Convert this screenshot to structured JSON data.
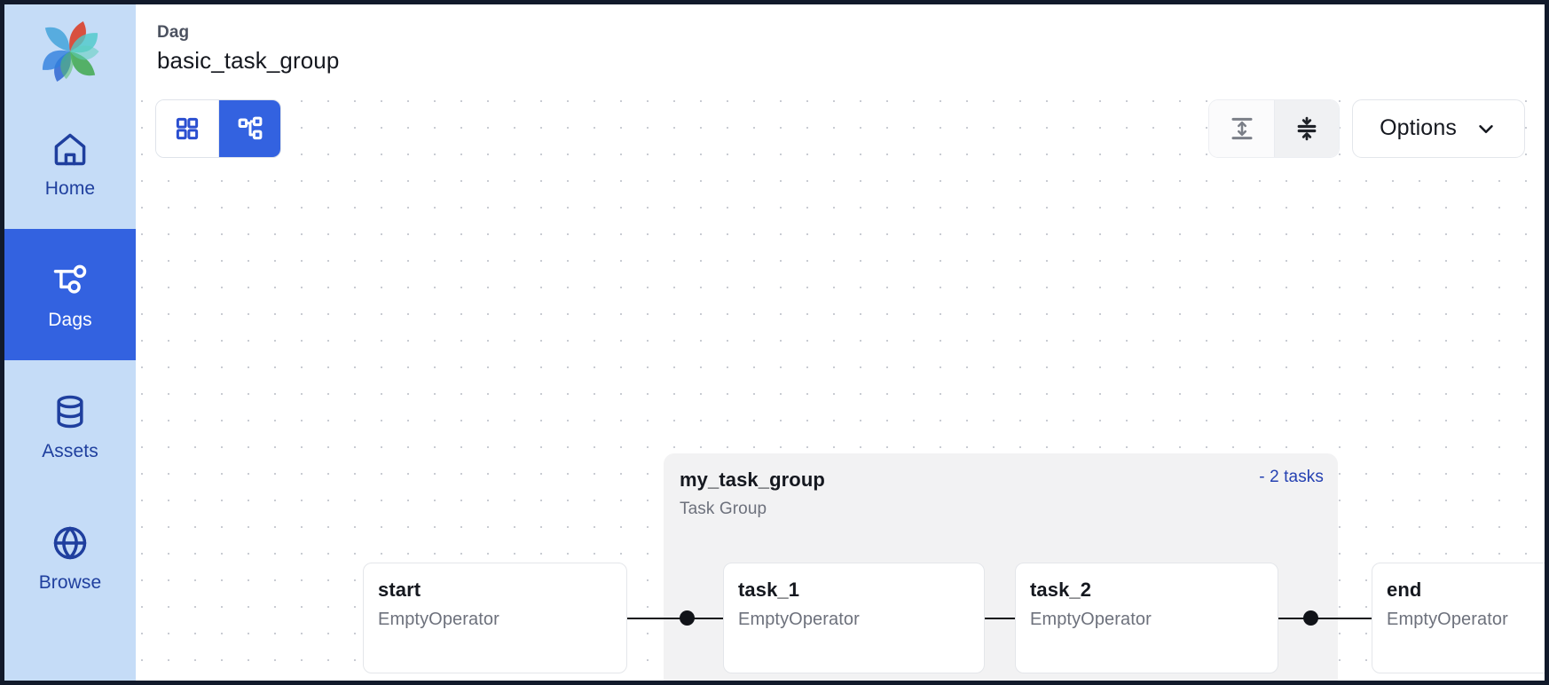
{
  "sidebar": {
    "logo": {
      "name": "apache-airflow-logo",
      "alt": "Apache Airflow"
    },
    "items": [
      {
        "label": "Home",
        "icon": "home-icon",
        "active": false
      },
      {
        "label": "Dags",
        "icon": "dags-icon",
        "active": true
      },
      {
        "label": "Assets",
        "icon": "assets-icon",
        "active": false
      },
      {
        "label": "Browse",
        "icon": "browse-icon",
        "active": false
      }
    ]
  },
  "header": {
    "kicker": "Dag",
    "title": "basic_task_group"
  },
  "toolbar": {
    "view_buttons": [
      {
        "name": "grid-view-button",
        "icon": "grid-icon",
        "active": false
      },
      {
        "name": "graph-view-button",
        "icon": "graph-icon",
        "active": true
      }
    ],
    "zoom_buttons": [
      {
        "name": "expand-height-button",
        "icon": "expand-vertical-icon",
        "pressed": false
      },
      {
        "name": "collapse-height-button",
        "icon": "collapse-vertical-icon",
        "pressed": true
      }
    ],
    "options_label": "Options",
    "options_chevron": "chevron-down-icon"
  },
  "graph": {
    "task_group": {
      "title": "my_task_group",
      "subtitle": "Task Group",
      "toggle_label": "- 2 tasks"
    },
    "nodes": [
      {
        "id": "start",
        "title": "start",
        "operator": "EmptyOperator"
      },
      {
        "id": "task_1",
        "title": "task_1",
        "operator": "EmptyOperator"
      },
      {
        "id": "task_2",
        "title": "task_2",
        "operator": "EmptyOperator"
      },
      {
        "id": "end",
        "title": "end",
        "operator": "EmptyOperator"
      }
    ],
    "edges": [
      {
        "from": "start",
        "to": "task_1"
      },
      {
        "from": "task_1",
        "to": "task_2"
      },
      {
        "from": "task_2",
        "to": "end"
      }
    ]
  },
  "colors": {
    "sidebar_bg": "#c5dcf7",
    "accent": "#3362e0",
    "nav_text": "#1f3f9e",
    "group_bg": "#f2f2f3",
    "link_blue": "#2541b2"
  }
}
